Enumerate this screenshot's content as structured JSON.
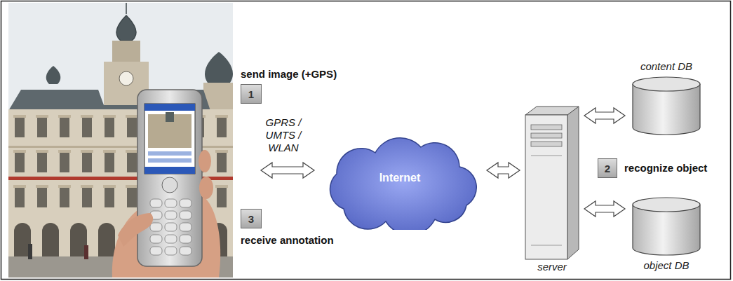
{
  "diagram": {
    "nodes": [
      {
        "text": [
          "1"
        ]
      },
      {
        "text": [
          "Internet"
        ]
      },
      {
        "text": [
          "server"
        ]
      },
      {
        "text": [
          "content DB"
        ]
      },
      {
        "text": [
          "2"
        ]
      },
      {
        "text": [
          "object DB"
        ]
      },
      {
        "text": [
          "3"
        ]
      }
    ],
    "edges": [
      {
        "from": 1,
        "to": 2,
        "arrow": "both"
      },
      {
        "from": 2,
        "to": 3,
        "arrow": "both"
      },
      {
        "from": 2,
        "to": 5,
        "arrow": "both"
      }
    ],
    "labels": [
      "send image (+GPS)",
      "GPRS / UMTS / WLAN",
      "recognize object",
      "receive annotation"
    ]
  }
}
